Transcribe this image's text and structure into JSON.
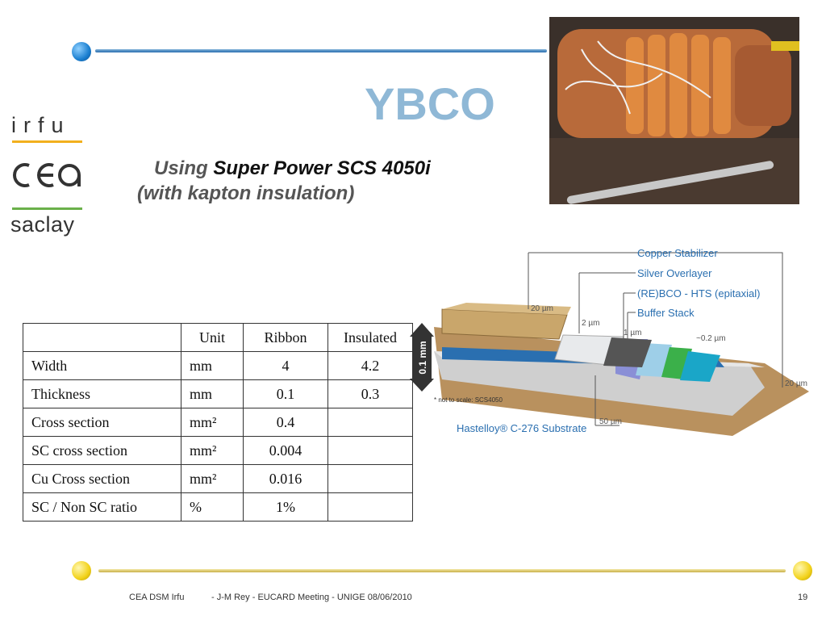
{
  "slide": {
    "title": "YBCO",
    "subtitle_prefix": "Using ",
    "subtitle_product": "Super Power SCS 4050i",
    "subtitle_line2": "(with kapton insulation)"
  },
  "logo": {
    "irfu": "irfu",
    "saclay": "saclay"
  },
  "table": {
    "headers": [
      "",
      "Unit",
      "Ribbon",
      "Insulated"
    ],
    "rows": [
      [
        "Width",
        "mm",
        "4",
        "4.2"
      ],
      [
        "Thickness",
        "mm",
        "0.1",
        "0.3"
      ],
      [
        "Cross section",
        "mm²",
        "0.4",
        ""
      ],
      [
        "SC cross section",
        "mm²",
        "0.004",
        ""
      ],
      [
        "Cu Cross section",
        "mm²",
        "0.016",
        ""
      ],
      [
        "SC / Non SC ratio",
        "%",
        "1%",
        ""
      ]
    ]
  },
  "diagram": {
    "labels": {
      "copper": "Copper Stabilizer",
      "silver": "Silver Overlayer",
      "rebco": "(RE)BCO - HTS (epitaxial)",
      "buffer": "Buffer Stack",
      "hastelloy": "Hastelloy® C-276 Substrate",
      "dim20a": "20 µm",
      "dim2": "2 µm",
      "dim1": "1 µm",
      "dim02": "~0.2 µm",
      "dim20b": "20 µm",
      "dim50": "50 µm",
      "thickness": "0.1 mm",
      "note": "* not to scale: SCS4050"
    },
    "colors": {
      "copper": "#c9a66b",
      "silver": "#e8eaec",
      "rebco": "#8a8fd6",
      "hastelloy": "#c8c8c8",
      "accent": "#2a6fb0"
    }
  },
  "footer": {
    "org": "CEA DSM Irfu",
    "event": "- J-M Rey - EUCARD Meeting  - UNIGE 08/06/2010",
    "page": "19"
  }
}
